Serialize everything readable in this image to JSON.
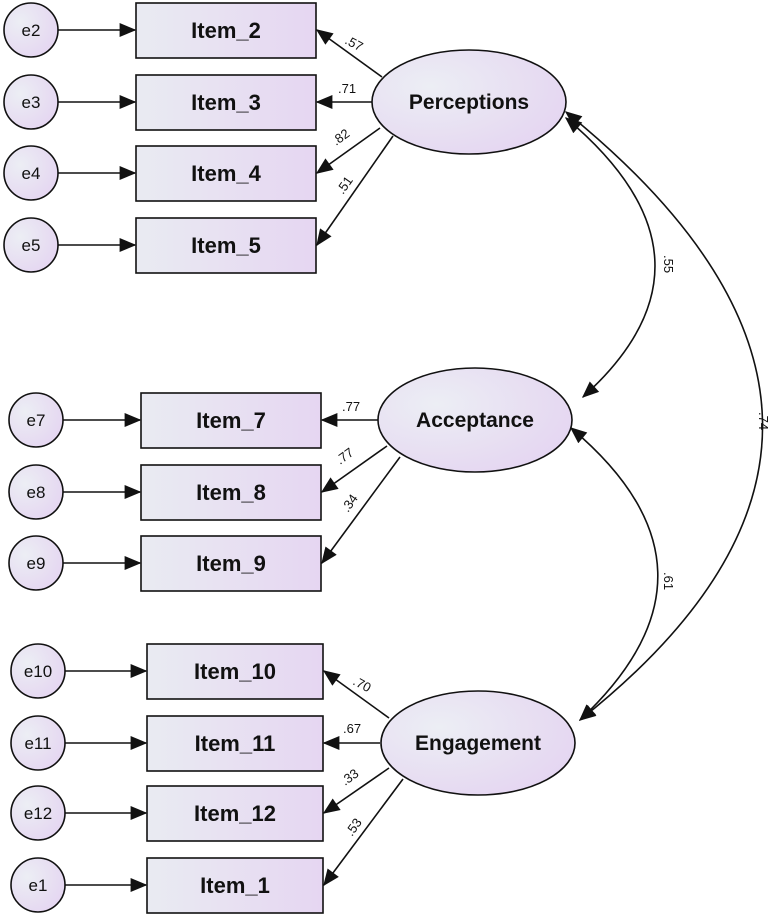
{
  "latents": [
    {
      "id": "perceptions",
      "label": "Perceptions"
    },
    {
      "id": "acceptance",
      "label": "Acceptance"
    },
    {
      "id": "engagement",
      "label": "Engagement"
    }
  ],
  "items": [
    {
      "id": "item2",
      "label": "Item_2",
      "error": "e2",
      "latent": "perceptions",
      "loading": ".57"
    },
    {
      "id": "item3",
      "label": "Item_3",
      "error": "e3",
      "latent": "perceptions",
      "loading": ".71"
    },
    {
      "id": "item4",
      "label": "Item_4",
      "error": "e4",
      "latent": "perceptions",
      "loading": ".82"
    },
    {
      "id": "item5",
      "label": "Item_5",
      "error": "e5",
      "latent": "perceptions",
      "loading": ".51"
    },
    {
      "id": "item7",
      "label": "Item_7",
      "error": "e7",
      "latent": "acceptance",
      "loading": ".77"
    },
    {
      "id": "item8",
      "label": "Item_8",
      "error": "e8",
      "latent": "acceptance",
      "loading": ".77"
    },
    {
      "id": "item9",
      "label": "Item_9",
      "error": "e9",
      "latent": "acceptance",
      "loading": ".34"
    },
    {
      "id": "item10",
      "label": "Item_10",
      "error": "e10",
      "latent": "engagement",
      "loading": ".70"
    },
    {
      "id": "item11",
      "label": "Item_11",
      "error": "e11",
      "latent": "engagement",
      "loading": ".67"
    },
    {
      "id": "item12",
      "label": "Item_12",
      "error": "e12",
      "latent": "engagement",
      "loading": ".33"
    },
    {
      "id": "item1",
      "label": "Item_1",
      "error": "e1",
      "latent": "engagement",
      "loading": ".53"
    }
  ],
  "correlations": [
    {
      "from": "perceptions",
      "to": "acceptance",
      "value": ".55"
    },
    {
      "from": "acceptance",
      "to": "engagement",
      "value": ".61"
    },
    {
      "from": "perceptions",
      "to": "engagement",
      "value": ".74"
    }
  ],
  "colors": {
    "fill_left": "#e9ebf2",
    "fill_right": "#e6d6f2",
    "stroke": "#111111"
  }
}
